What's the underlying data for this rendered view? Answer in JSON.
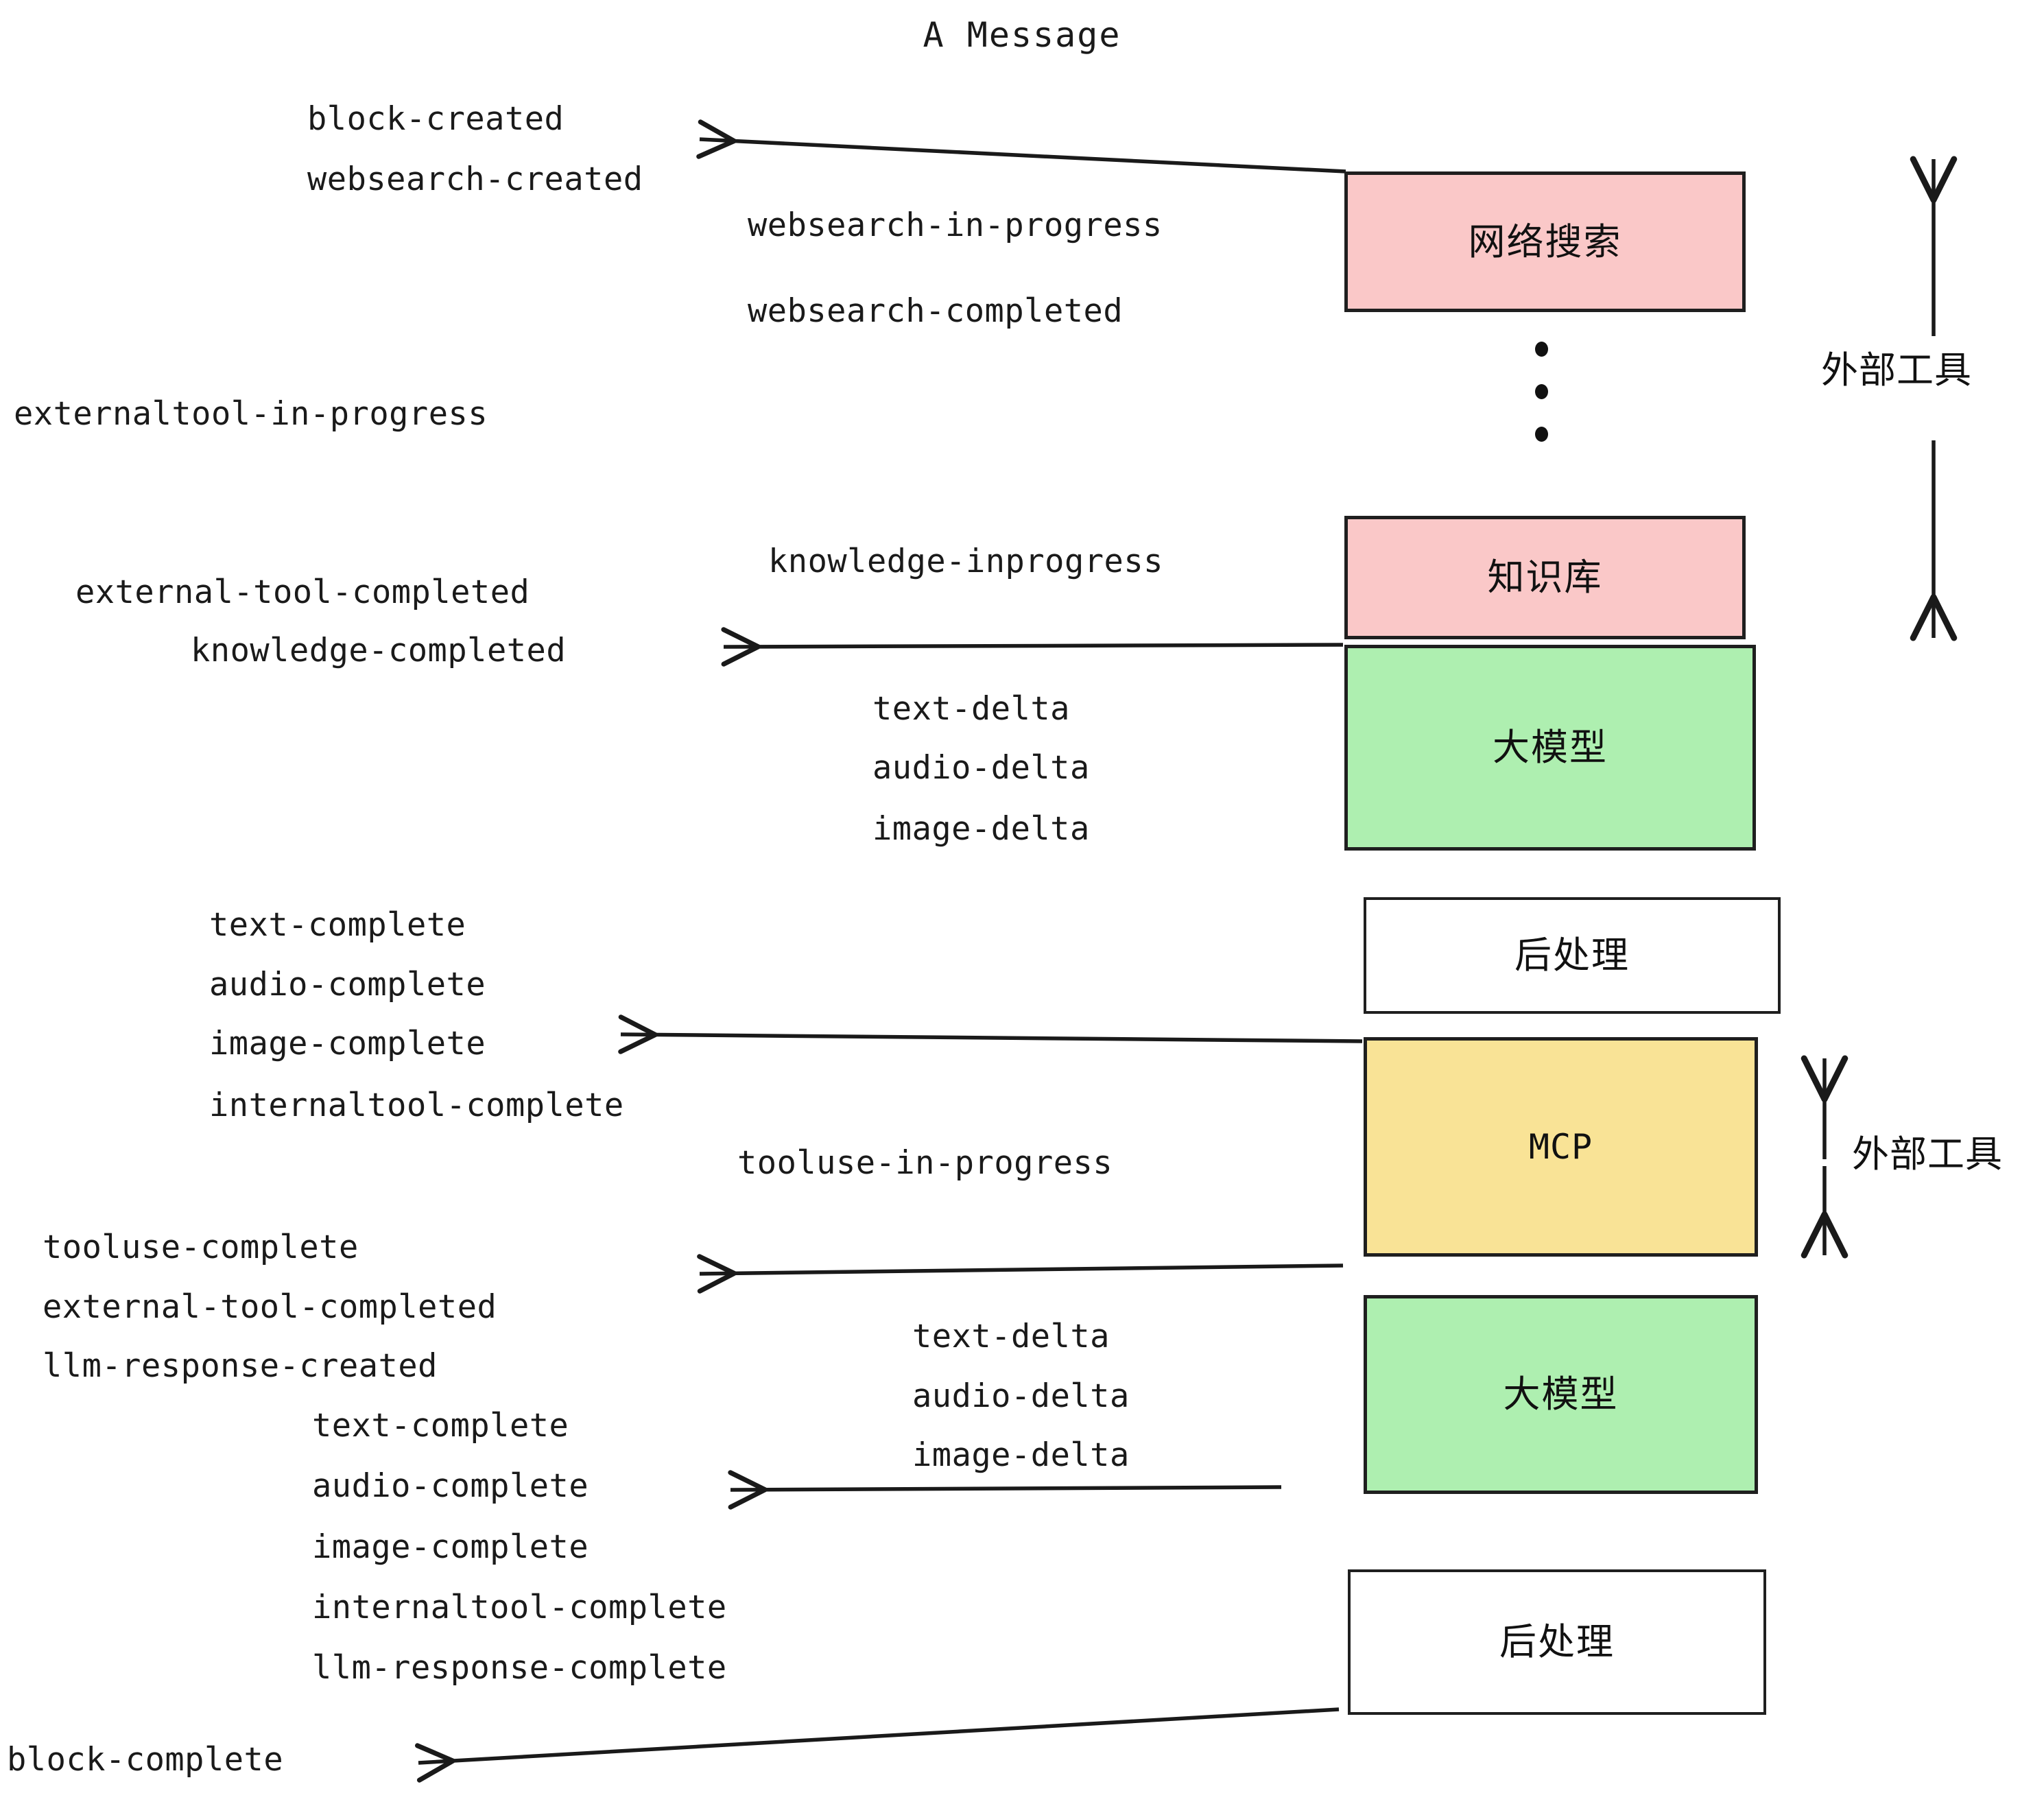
{
  "title": "A Message",
  "colors": {
    "tool_pink": "#FAC8C8",
    "llm_green": "#AEEFB0",
    "mcp_yellow": "#F9E396",
    "postprocess_white": "#FFFFFF",
    "stroke": "#1F1F1F",
    "text": "#1A1A1A",
    "background": "#FFFFFF"
  },
  "boxes": [
    {
      "id": "websearch",
      "label": "网络搜索",
      "fill": "tool_pink"
    },
    {
      "id": "knowledge",
      "label": "知识库",
      "fill": "tool_pink"
    },
    {
      "id": "llm_1",
      "label": "大模型",
      "fill": "llm_green"
    },
    {
      "id": "postprocess_1",
      "label": "后处理",
      "fill": "postprocess_white"
    },
    {
      "id": "mcp",
      "label": "MCP",
      "fill": "mcp_yellow"
    },
    {
      "id": "llm_2",
      "label": "大模型",
      "fill": "llm_green"
    },
    {
      "id": "postprocess_2",
      "label": "后处理",
      "fill": "postprocess_white"
    }
  ],
  "side_labels": [
    {
      "id": "external_tool_upper",
      "label": "外部工具"
    },
    {
      "id": "external_tool_lower",
      "label": "外部工具"
    }
  ],
  "events": [
    {
      "id": "block-created",
      "label": "block-created"
    },
    {
      "id": "websearch-created",
      "label": "websearch-created"
    },
    {
      "id": "websearch-in-progress",
      "label": "websearch-in-progress"
    },
    {
      "id": "websearch-completed",
      "label": "websearch-completed"
    },
    {
      "id": "externaltool-in-progress",
      "label": "externaltool-in-progress"
    },
    {
      "id": "knowledge-inprogress",
      "label": "knowledge-inprogress"
    },
    {
      "id": "external-tool-completed-1",
      "label": "external-tool-completed"
    },
    {
      "id": "knowledge-completed",
      "label": "knowledge-completed"
    },
    {
      "id": "text-delta-1",
      "label": "text-delta"
    },
    {
      "id": "audio-delta-1",
      "label": "audio-delta"
    },
    {
      "id": "image-delta-1",
      "label": "image-delta"
    },
    {
      "id": "text-complete-1",
      "label": "text-complete"
    },
    {
      "id": "audio-complete-1",
      "label": "audio-complete"
    },
    {
      "id": "image-complete-1",
      "label": "image-complete"
    },
    {
      "id": "internaltool-complete-1",
      "label": "internaltool-complete"
    },
    {
      "id": "tooluse-in-progress",
      "label": "tooluse-in-progress"
    },
    {
      "id": "tooluse-complete",
      "label": "tooluse-complete"
    },
    {
      "id": "external-tool-completed-2",
      "label": "external-tool-completed"
    },
    {
      "id": "llm-response-created",
      "label": "llm-response-created"
    },
    {
      "id": "text-delta-2",
      "label": "text-delta"
    },
    {
      "id": "audio-delta-2",
      "label": "audio-delta"
    },
    {
      "id": "image-delta-2",
      "label": "image-delta"
    },
    {
      "id": "text-complete-2",
      "label": "text-complete"
    },
    {
      "id": "audio-complete-2",
      "label": "audio-complete"
    },
    {
      "id": "image-complete-2",
      "label": "image-complete"
    },
    {
      "id": "internaltool-complete-2",
      "label": "internaltool-complete"
    },
    {
      "id": "llm-response-complete",
      "label": "llm-response-complete"
    },
    {
      "id": "block-complete",
      "label": "block-complete"
    }
  ]
}
